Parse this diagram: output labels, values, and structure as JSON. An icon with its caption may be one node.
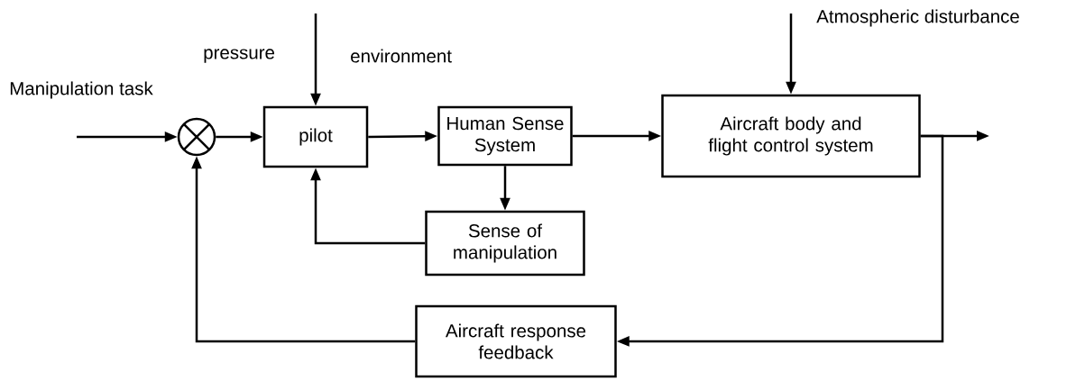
{
  "diagram": {
    "nodes": [
      {
        "text": [],
        "shape": "circle"
      },
      {
        "text": [
          "pilot"
        ]
      },
      {
        "text": [
          "Human Sense System"
        ]
      },
      {
        "text": [
          "Aircraft body and flight control system"
        ]
      },
      {
        "text": [
          "Sense of manipulation"
        ]
      },
      {
        "text": [
          "Aircraft response feedback"
        ]
      }
    ],
    "edges": [
      {
        "from": null,
        "to": 0,
        "arrow": "to"
      },
      {
        "from": 0,
        "to": 1,
        "arrow": "to"
      },
      {
        "from": null,
        "to": 1,
        "arrow": "to"
      },
      {
        "from": 1,
        "to": 2,
        "arrow": "to"
      },
      {
        "from": 2,
        "to": 3,
        "arrow": "to"
      },
      {
        "from": 3,
        "to": null,
        "arrow": "to"
      },
      {
        "from": 2,
        "to": 4,
        "arrow": "to"
      },
      {
        "from": 4,
        "to": 1,
        "arrow": "to"
      },
      {
        "from": 3,
        "to": 5,
        "arrow": "to"
      },
      {
        "from": 5,
        "to": 0,
        "arrow": "to"
      },
      {
        "from": null,
        "to": 3,
        "arrow": "to"
      }
    ],
    "labels": [
      "Manipulation task",
      "pressure",
      "environment",
      "Atmospheric disturbance"
    ]
  }
}
